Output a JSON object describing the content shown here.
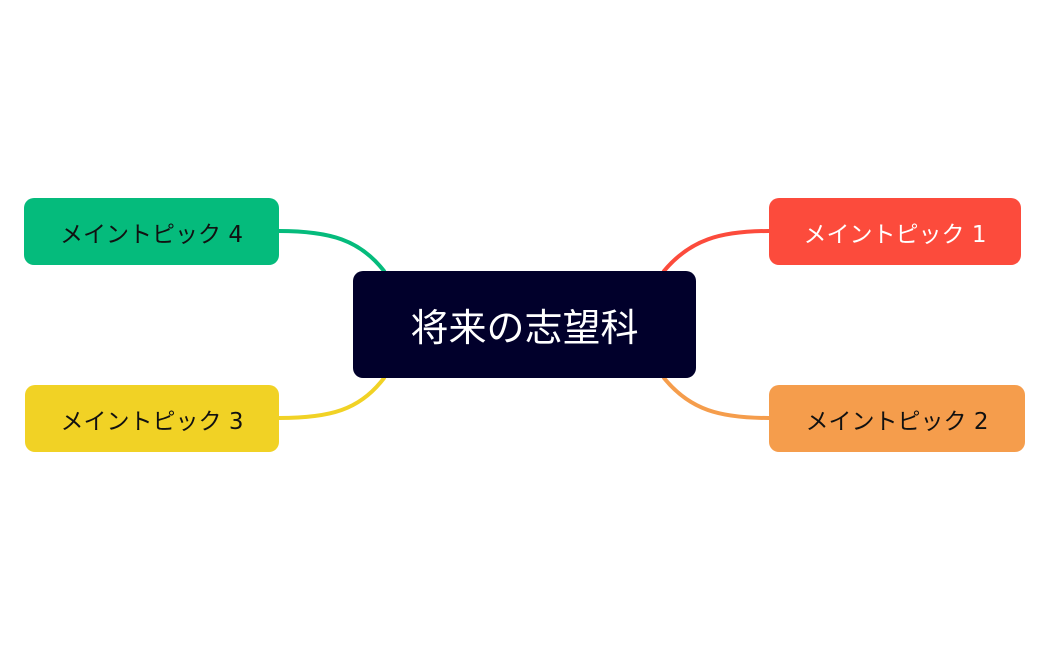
{
  "central": {
    "label": "将来の志望科",
    "color": "#01002b"
  },
  "topics": [
    {
      "label": "メイントピック 1",
      "color": "#fc4b3c"
    },
    {
      "label": "メイントピック 2",
      "color": "#f59d4c"
    },
    {
      "label": "メイントピック 3",
      "color": "#f1d225"
    },
    {
      "label": "メイントピック 4",
      "color": "#05bb7c"
    }
  ]
}
